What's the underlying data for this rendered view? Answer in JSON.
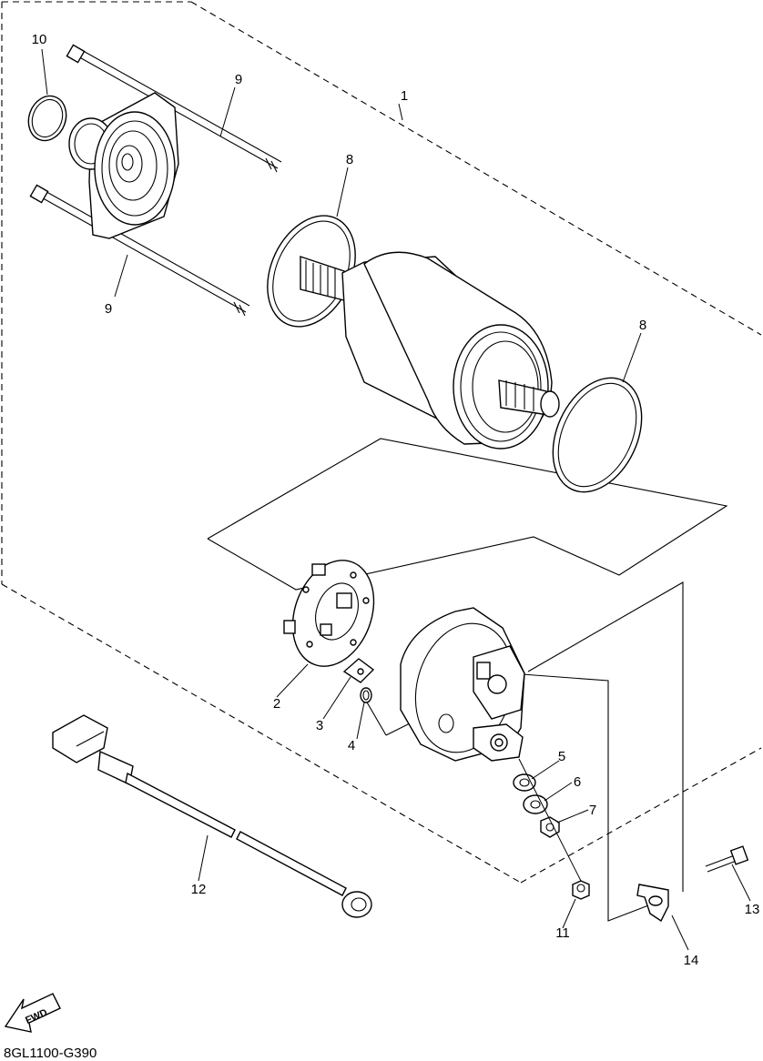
{
  "diagram": {
    "drawing_code": "8GL1100-G390",
    "fwd_label": "FWD",
    "callouts": [
      "1",
      "2",
      "3",
      "4",
      "5",
      "6",
      "7",
      "8",
      "8",
      "9",
      "9",
      "10",
      "11",
      "12",
      "13",
      "14"
    ]
  }
}
